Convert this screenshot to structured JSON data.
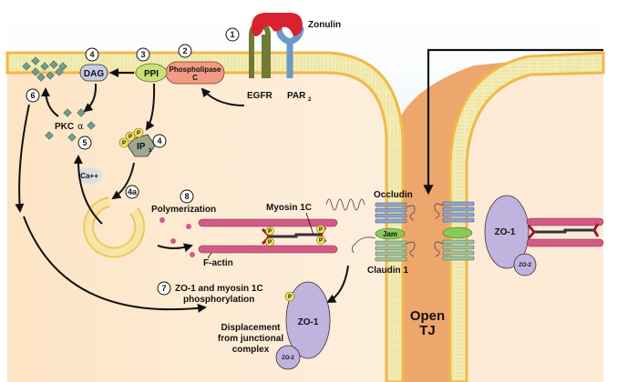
{
  "title": "Zonulin signaling pathway leading to tight junction opening",
  "colors": {
    "lumen_top": "#dbe9f1",
    "cytoplasm": "#fde7cb",
    "membrane_outer": "#f4c04f",
    "membrane_inner": "#f3ecb4",
    "paracellular_space": "#eda66c",
    "zonulin": "#d8222f",
    "egfr": "#6f7a34",
    "par2": "#6c9ac8",
    "phospholipase": "#f29a83",
    "ppi": "#c9e07b",
    "dag": "#c7cbe3",
    "pkc_diamond": "#6f9f8e",
    "ip3_hexagon": "#9ea891",
    "phosphate": "#f2e35a",
    "f_actin": "#d35a85",
    "myosin": "#333333",
    "occludin": "#8fa6cf",
    "claudin": "#9cc3a1",
    "jam": "#89c95a",
    "zo1": "#c0b3de",
    "arrow": "#111111"
  },
  "labels": {
    "zonulin": "Zonulin",
    "egfr": "EGFR",
    "par2": "PAR",
    "par2_sub": "2",
    "phospholipase_line1": "Phospholipase",
    "phospholipase_line2": "C",
    "ppi": "PPI",
    "dag": "DAG",
    "pkc": "PKC",
    "pkc_alpha": "α",
    "ip3": "IP",
    "ip3_sub": "3",
    "phosphate": "P",
    "calcium": "Ca++",
    "polymerization": "Polymerization",
    "myosin_1c": "Myosin 1C",
    "f_actin": "F-actin",
    "occludin": "Occludin",
    "jam": "Jam",
    "claudin_1": "Claudin 1",
    "zo1": "ZO-1",
    "zo2": "ZO-2",
    "step7_line1": "ZO-1 and myosin 1C",
    "step7_line2": "phosphorylation",
    "displacement_line1": "Displacement",
    "displacement_line2": "from junctional",
    "displacement_line3": "complex",
    "open_tj_line1": "Open",
    "open_tj_line2": "TJ"
  },
  "steps": {
    "s1": "1",
    "s2": "2",
    "s3": "3",
    "s4_dag": "4",
    "s4_ip3": "4",
    "s4a": "4a",
    "s5": "5",
    "s6": "6",
    "s7": "7",
    "s8": "8"
  }
}
